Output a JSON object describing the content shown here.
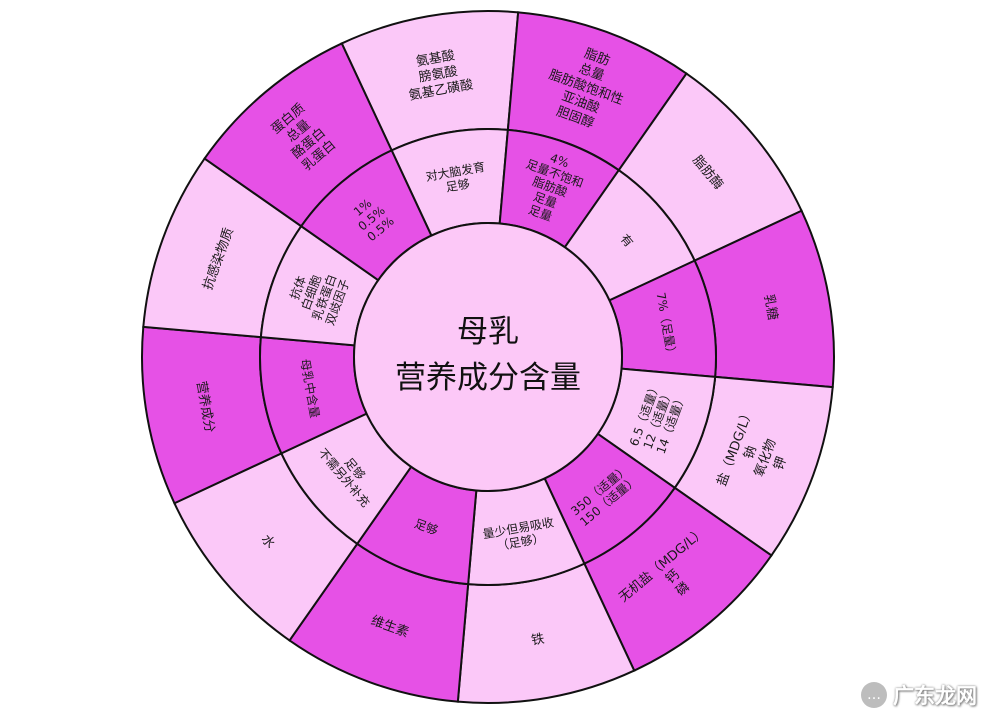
{
  "center": {
    "line1": "母乳",
    "line2": "营养成分含量"
  },
  "colors": {
    "magenta": "#e651e6",
    "pale": "#fbc8f8",
    "stroke": "#111111",
    "center": "#fcc8f7"
  },
  "outer_ring": [
    {
      "lines": [
        "氨基酸",
        "膀氨酸",
        "氨基乙磺酸"
      ],
      "fill": "pale"
    },
    {
      "lines": [
        "脂肪",
        "总量",
        "脂肪酸饱和性",
        "亚油酸",
        "胆固醇"
      ],
      "fill": "magenta"
    },
    {
      "lines": [
        "脂肪酶"
      ],
      "fill": "pale"
    },
    {
      "lines": [
        "乳糖"
      ],
      "fill": "magenta"
    },
    {
      "lines": [
        "盐（MDG/L）",
        "钠",
        "氧化物",
        "钾"
      ],
      "fill": "pale"
    },
    {
      "lines": [
        "无机盐（MDG/L）",
        "钙",
        "磷"
      ],
      "fill": "magenta"
    },
    {
      "lines": [
        "铁"
      ],
      "fill": "pale"
    },
    {
      "lines": [
        "维生素"
      ],
      "fill": "magenta"
    },
    {
      "lines": [
        "水"
      ],
      "fill": "pale"
    },
    {
      "lines": [
        "营养成分"
      ],
      "fill": "magenta"
    },
    {
      "lines": [
        "抗感染物质"
      ],
      "fill": "pale"
    },
    {
      "lines": [
        "蛋白质",
        "总量",
        "酪蛋白",
        "乳蛋白"
      ],
      "fill": "magenta"
    }
  ],
  "inner_ring": [
    {
      "lines": [
        "对大脑发育",
        "足够"
      ],
      "fill": "pale"
    },
    {
      "lines": [
        "4%",
        "足量不饱和",
        "脂肪酸",
        "足量",
        "足量"
      ],
      "fill": "magenta"
    },
    {
      "lines": [
        "有"
      ],
      "fill": "pale"
    },
    {
      "lines": [
        "7%（足量）"
      ],
      "fill": "magenta"
    },
    {
      "lines": [
        "6.5（适量）",
        "12（适量）",
        "14（适量）"
      ],
      "fill": "pale"
    },
    {
      "lines": [
        "350（适量）",
        "150（适量）"
      ],
      "fill": "magenta"
    },
    {
      "lines": [
        "量少但易吸收",
        "（足够）"
      ],
      "fill": "pale"
    },
    {
      "lines": [
        "足够"
      ],
      "fill": "magenta"
    },
    {
      "lines": [
        "足够",
        "不需另外补充"
      ],
      "fill": "pale"
    },
    {
      "lines": [
        "母乳中含量"
      ],
      "fill": "magenta"
    },
    {
      "lines": [
        "抗体",
        "白细胞",
        "乳铁蛋白",
        "双歧因子"
      ],
      "fill": "pale"
    },
    {
      "lines": [
        "1%",
        "0.5%",
        "0.5%"
      ],
      "fill": "magenta"
    }
  ],
  "watermark": {
    "text": "广东龙网",
    "icon": "speech-bubble-icon"
  }
}
